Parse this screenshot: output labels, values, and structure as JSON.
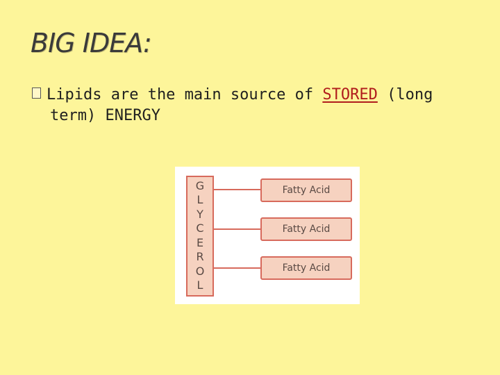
{
  "slide": {
    "title": "BIG IDEA:",
    "bullet": {
      "text_before": "Lipids are the main source of ",
      "highlight": "STORED",
      "text_after": " (long",
      "line2": "term) ENERGY",
      "highlight_color": "#b01c1c"
    }
  },
  "diagram": {
    "glycerol_letters": [
      "G",
      "L",
      "Y",
      "C",
      "E",
      "R",
      "O",
      "L"
    ],
    "fatty_acids": [
      "Fatty Acid",
      "Fatty Acid",
      "Fatty Acid"
    ]
  }
}
